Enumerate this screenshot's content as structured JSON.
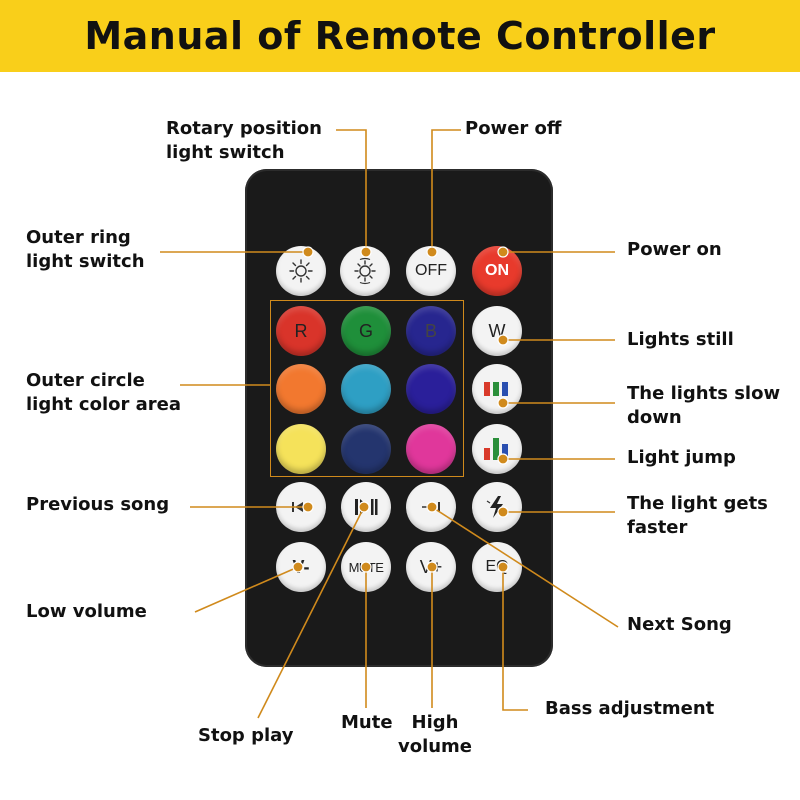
{
  "title": "Manual of Remote Controller",
  "colors": {
    "banner": "#f9cf1a",
    "leader": "#d08a1c",
    "remote_body": "#1a1a1a"
  },
  "buttons": {
    "outer_ring": {
      "icon": "sun-outline-icon"
    },
    "rotary": {
      "icon": "sun-rotate-icon"
    },
    "off": {
      "text": "OFF"
    },
    "on": {
      "text": "ON",
      "color": "#e83a2c"
    },
    "r": {
      "text": "R",
      "color": "#d9342a"
    },
    "g": {
      "text": "G",
      "color": "#1f8f3a"
    },
    "b": {
      "text": "B",
      "color": "#27268f"
    },
    "w": {
      "text": "W"
    },
    "orange": {
      "color": "#f2782f"
    },
    "cyan": {
      "color": "#2e9fc4"
    },
    "indigo": {
      "color": "#2a1f9a"
    },
    "slow": {
      "icon": "bars-slow-icon"
    },
    "yellow": {
      "color": "#f5e25a"
    },
    "navy": {
      "color": "#24356e"
    },
    "pink": {
      "color": "#e0379b"
    },
    "jump": {
      "icon": "bars-jump-icon"
    },
    "prev": {
      "icon": "previous-icon"
    },
    "play": {
      "icon": "play-pause-icon"
    },
    "next": {
      "icon": "next-icon"
    },
    "fast": {
      "icon": "lightning-icon"
    },
    "vminus": {
      "text": "V-"
    },
    "mute": {
      "text": "MUTE"
    },
    "vplus": {
      "text": "V+"
    },
    "eq": {
      "text": "EQ"
    }
  },
  "labels": {
    "rotary": [
      "Rotary position",
      "light switch"
    ],
    "power_off": "Power off",
    "outer_ring": [
      "Outer ring",
      "light switch"
    ],
    "power_on": "Power on",
    "lights_still": "Lights still",
    "outer_circle": [
      "Outer circle",
      "light color area"
    ],
    "slow_down": [
      "The lights slow",
      "down"
    ],
    "light_jump": "Light jump",
    "previous_song": "Previous song",
    "faster": [
      "The light gets",
      "faster"
    ],
    "low_volume": "Low volume",
    "next_song": "Next Song",
    "bass": "Bass adjustment",
    "stop_play": "Stop play",
    "mute": "Mute",
    "high_volume": [
      "High",
      "volume"
    ]
  }
}
